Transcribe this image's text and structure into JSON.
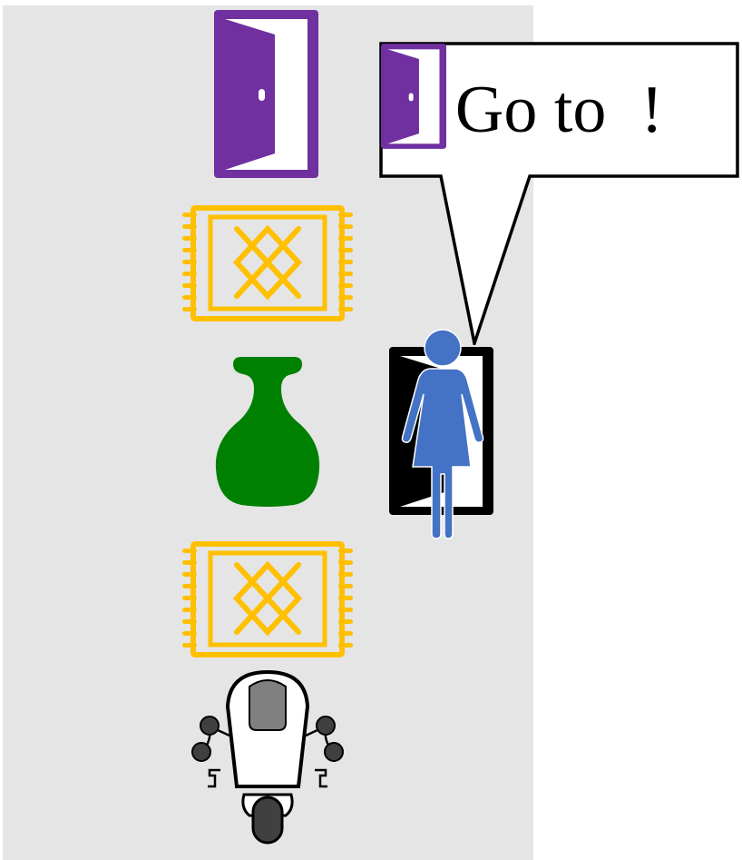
{
  "scene": {
    "background_color": "#e5e5e5",
    "objects": [
      {
        "kind": "door",
        "color": "#7030a0"
      },
      {
        "kind": "rug",
        "color": "#ffc000"
      },
      {
        "kind": "vase",
        "color": "#008000"
      },
      {
        "kind": "rug",
        "color": "#ffc000"
      },
      {
        "kind": "robot",
        "color": "#000000"
      }
    ],
    "person": {
      "kind": "person",
      "color": "#4472c4",
      "standing_on": "black-door"
    }
  },
  "speech": {
    "prefix": "Go to",
    "target_icon": "door-icon",
    "target_color": "#7030a0",
    "suffix": "!"
  },
  "colors": {
    "door": "#7030a0",
    "rug": "#ffc000",
    "vase": "#008000",
    "person": "#4472c4",
    "black_door": "#000000"
  }
}
